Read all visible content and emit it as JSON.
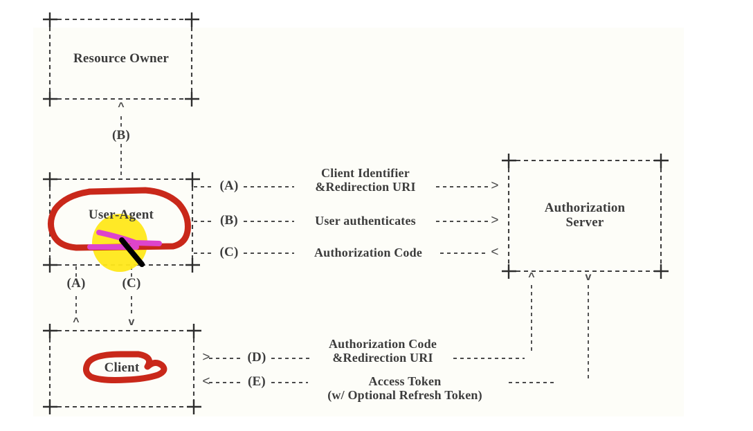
{
  "page": {
    "background": "#ffffff",
    "paper_background": "#fdfdf8",
    "ink_color": "#3c3c3c"
  },
  "annotations": {
    "red_color": "#c9281a",
    "magenta_color": "#dd44cc",
    "yellow_color": "#ffe81a",
    "cursor_color": "#000000",
    "red_ellipse_user_agent": "red-ellipse-around-user-agent",
    "red_ellipse_client": "red-ellipse-around-client",
    "yellow_highlight": "yellow-highlight-blob",
    "magenta_strokes": "magenta-underline-strokes",
    "cursor": "black-cursor-arrow"
  },
  "nodes": [
    {
      "id": "resource-owner",
      "label": "Resource Owner"
    },
    {
      "id": "user-agent",
      "label": "User-Agent"
    },
    {
      "id": "authorization-server",
      "label": "Authorization\nServer"
    },
    {
      "id": "client",
      "label": "Client"
    }
  ],
  "vertical_link": {
    "step": "(B)",
    "arrowhead": "^"
  },
  "client_links": [
    {
      "step": "(A)",
      "arrowhead": "^"
    },
    {
      "step": "(C)",
      "arrowhead": "v"
    }
  ],
  "server_links": [
    {
      "arrowhead": "^"
    },
    {
      "arrowhead": "v"
    }
  ],
  "upper_flows": [
    {
      "step": "(A)",
      "text": "Client Identifier\n&Redirection URI",
      "marker": ">",
      "direction": "right"
    },
    {
      "step": "(B)",
      "text": "User authenticates",
      "marker": ">",
      "direction": "right"
    },
    {
      "step": "(C)",
      "text": "Authorization Code",
      "marker": "<",
      "direction": "left"
    }
  ],
  "lower_flows": [
    {
      "step": "(D)",
      "text": "Authorization Code\n&Redirection URI",
      "marker": ">",
      "direction": "right"
    },
    {
      "step": "(E)",
      "text": "Access Token\n(w/ Optional Refresh Token)",
      "marker": "<",
      "direction": "left"
    }
  ]
}
